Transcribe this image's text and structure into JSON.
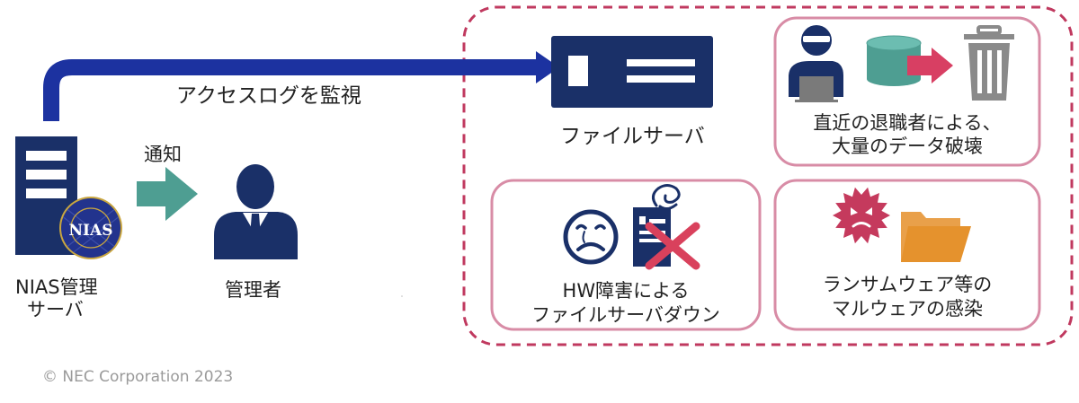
{
  "colors": {
    "navy": "#1a3068",
    "arrow_blue": "#1c32a0",
    "teal": "#4e9e92",
    "pink_border": "#d88ca6",
    "dashed_border": "#c0395f",
    "red_x": "#d9415c",
    "virus": "#c53a5d",
    "folder": "#e5922d",
    "trash": "#8a8a8a"
  },
  "icons": {
    "server": "server-tower-icon",
    "badge": "nias-badge-icon",
    "admin": "administrator-person-icon",
    "file_server": "file-server-icon",
    "hacker": "hacker-at-laptop-icon",
    "database": "database-icon",
    "trash": "trash-can-icon",
    "sad_face": "sad-face-icon",
    "broken_server": "smoking-server-icon",
    "virus": "virus-icon",
    "folder": "folder-icon"
  },
  "labels": {
    "access_log": "アクセスログを監視",
    "notify": "通知",
    "nias_server": [
      "NIAS管理",
      "サーバ"
    ],
    "badge": "NIAS",
    "admin": "管理者",
    "file_server": "ファイルサーバ",
    "copyright": "© NEC Corporation 2023"
  },
  "threats": [
    {
      "lines": [
        "直近の退職者による、",
        "大量のデータ破壊"
      ]
    },
    {
      "lines": [
        "HW障害による",
        "ファイルサーバダウン"
      ]
    },
    {
      "lines": [
        "ランサムウェア等の",
        "マルウェアの感染"
      ]
    }
  ]
}
